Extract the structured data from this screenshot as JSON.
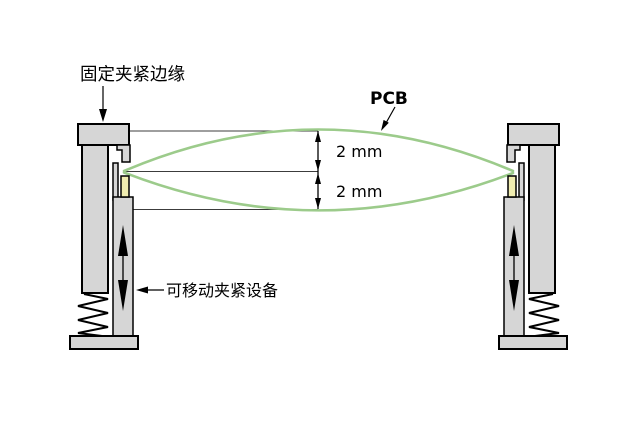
{
  "diagram": {
    "title_context": "PCB clamping and deflection diagram",
    "labels": {
      "fixed_clamp_label": "固定夹紧边缘",
      "pcb_label": "PCB",
      "movable_clamp_label": "可移动夹紧设备",
      "dimension_upper": "2 mm",
      "dimension_lower": "2 mm"
    },
    "colors": {
      "background": "#ffffff",
      "clamp_fill": "#d6d6d6",
      "pcb_curve": "#9ccb8b",
      "pcb_edge_fill": "#f0edb0",
      "line": "#000000"
    }
  }
}
